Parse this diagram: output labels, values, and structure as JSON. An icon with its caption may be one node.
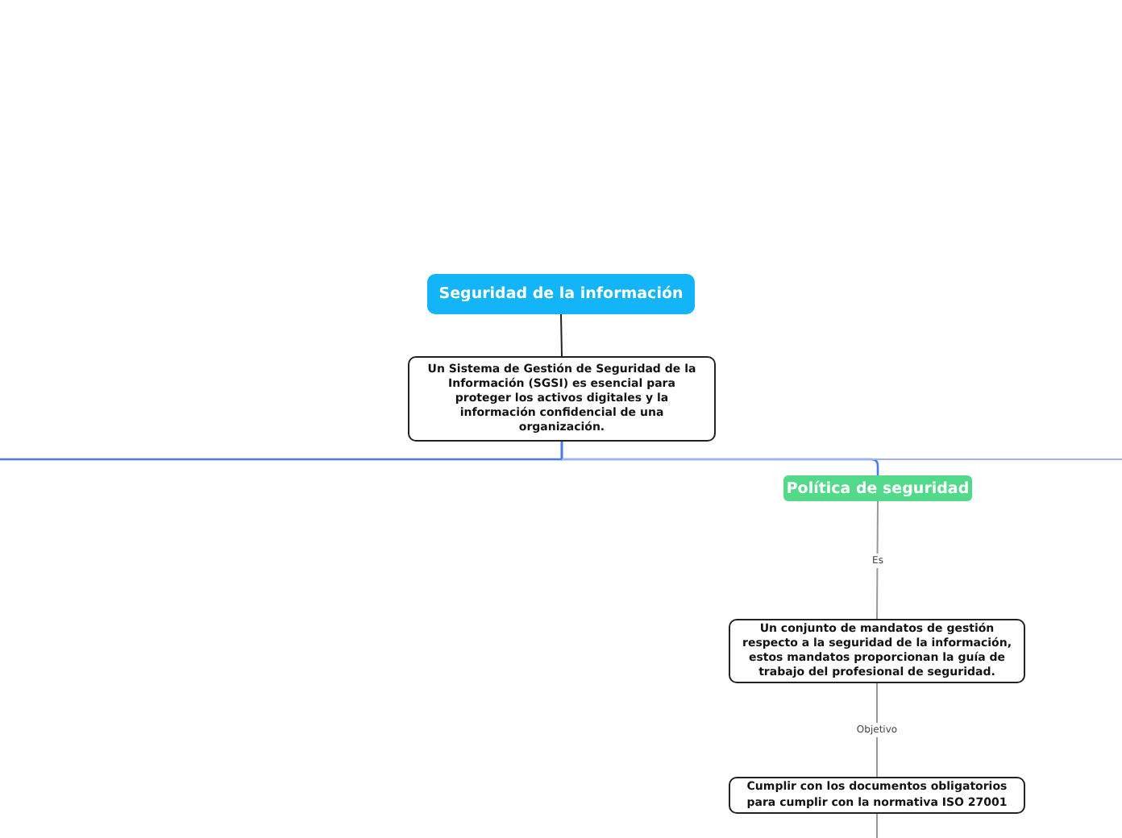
{
  "diagram": {
    "nodes": [
      {
        "text": [
          "Seguridad de la información"
        ]
      },
      {
        "text": [
          "Un Sistema de Gestión de Seguridad de la Información (SGSI) es esencial para proteger los activos digitales y la información confidencial de una organización."
        ]
      },
      {
        "text": [
          "Política de seguridad"
        ]
      },
      {
        "text": [
          "Un conjunto de mandatos de gestión respecto a la seguridad de la información, estos mandatos proporcionan la guía de trabajo del profesional de seguridad."
        ]
      },
      {
        "text": [
          "Cumplir con los documentos obligatorios para cumplir con la normativa ISO 27001"
        ]
      }
    ],
    "edges": [
      {
        "from": 0,
        "to": 1,
        "arrow": "none",
        "color": "#222222"
      },
      {
        "from": 1,
        "to": 2,
        "arrow": "none",
        "color": "#4a7cf0"
      },
      {
        "from": 1,
        "to": null,
        "arrow": "none",
        "color": "#4a7cf0"
      },
      {
        "from": 1,
        "to": null,
        "arrow": "none",
        "color": "#9db4f0"
      },
      {
        "from": 2,
        "to": 3,
        "label": "Es",
        "arrow": "none"
      },
      {
        "from": 3,
        "to": 4,
        "label": "Objetivo",
        "arrow": "none"
      },
      {
        "from": 4,
        "to": null,
        "arrow": "none"
      }
    ]
  }
}
